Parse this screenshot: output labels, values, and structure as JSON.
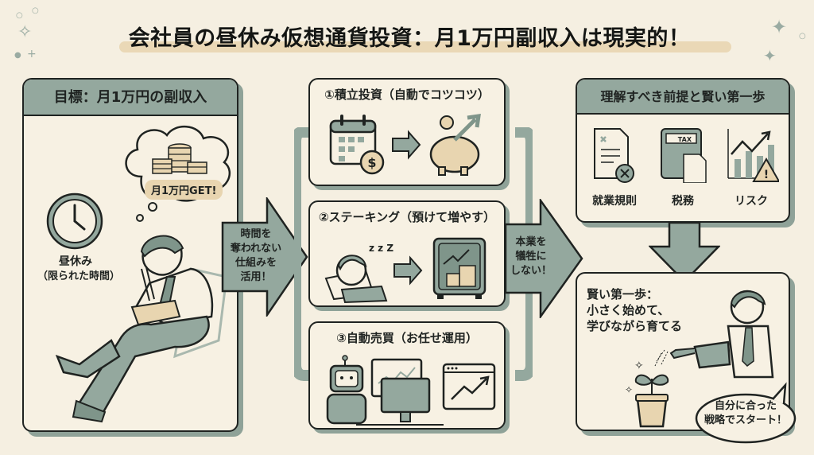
{
  "title": "会社員の昼休み仮想通貨投資：月1万円副収入は現実的！",
  "colors": {
    "background": "#f5efe1",
    "sage": "#94a89e",
    "sage_dark": "#7f958a",
    "tan": "#e8d5b0",
    "ink": "#1f2321"
  },
  "goal_panel": {
    "header": "目標：月1万円の副収入",
    "thought_bubble": "月1万円GET!",
    "clock_label_line1": "昼休み",
    "clock_label_line2": "（限られた時間）"
  },
  "arrow_left": {
    "lines": [
      "時間を",
      "奪われない",
      "仕組みを",
      "活用！"
    ]
  },
  "methods": [
    {
      "title": "①積立投資（自動でコツコツ）",
      "icons": [
        "calendar-icon",
        "coin-dollar-icon",
        "arrow-right-icon",
        "piggy-bank-icon",
        "growth-arrow-icon"
      ]
    },
    {
      "title": "②ステーキング（預けて増やす）",
      "icons": [
        "sleeping-person-icon",
        "zzz-icon",
        "arrow-right-icon",
        "safe-coins-icon"
      ]
    },
    {
      "title": "③自動売買（お任せ運用）",
      "icons": [
        "robot-icon",
        "computer-monitor-icon",
        "chart-window-icon"
      ]
    }
  ],
  "arrow_right": {
    "lines": [
      "本業を",
      "犠牲に",
      "しない！"
    ]
  },
  "premise_panel": {
    "header": "理解すべき前提と賢い第一歩",
    "items": [
      {
        "label": "就業規則",
        "icon": "document-rejected-icon"
      },
      {
        "label": "税務",
        "icon": "tax-calculator-icon",
        "badge": "TAX"
      },
      {
        "label": "リスク",
        "icon": "risk-chart-warning-icon"
      }
    ]
  },
  "step_panel": {
    "lines": [
      "賢い第一歩：",
      "小さく始めて、",
      "学びながら育てる"
    ],
    "speech_lines": [
      "自分に合った",
      "戦略でスタート！"
    ]
  }
}
